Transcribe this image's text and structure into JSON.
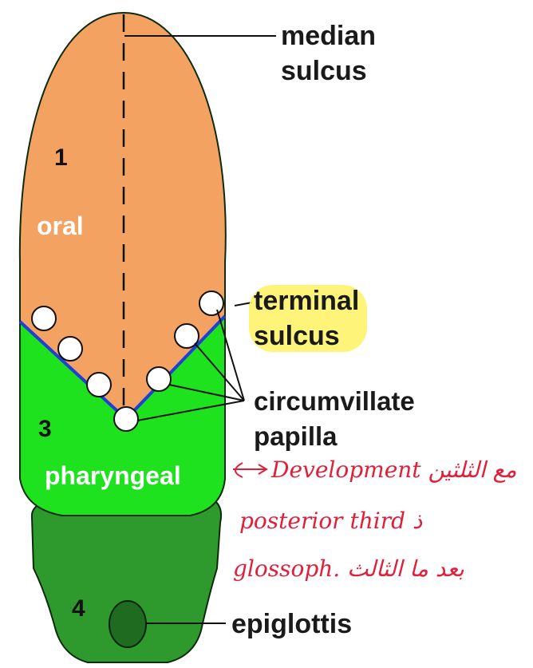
{
  "labels": {
    "median_1": "median",
    "median_2": "sulcus",
    "terminal_1": "terminal",
    "terminal_2": "sulcus",
    "circum_1": "circumvillate",
    "circum_2": "papilla",
    "epiglottis": "epiglottis"
  },
  "regions": {
    "n1": "1",
    "oral": "oral",
    "n3": "3",
    "pharyngeal": "pharyngeal",
    "n4": "4"
  },
  "annotation": {
    "line1": "Development مع الثلثين",
    "line2": "posterior third ذ",
    "line3": "glossoph. بعد ما الثالث"
  },
  "colors": {
    "oral": "#f4a262",
    "pharyngeal": "#1fe21f",
    "epiglottis_region": "#2e9a2e",
    "epiglottis_knob": "#1f6b1f",
    "highlight": "#fff36b",
    "handwriting": "#e0203a"
  }
}
